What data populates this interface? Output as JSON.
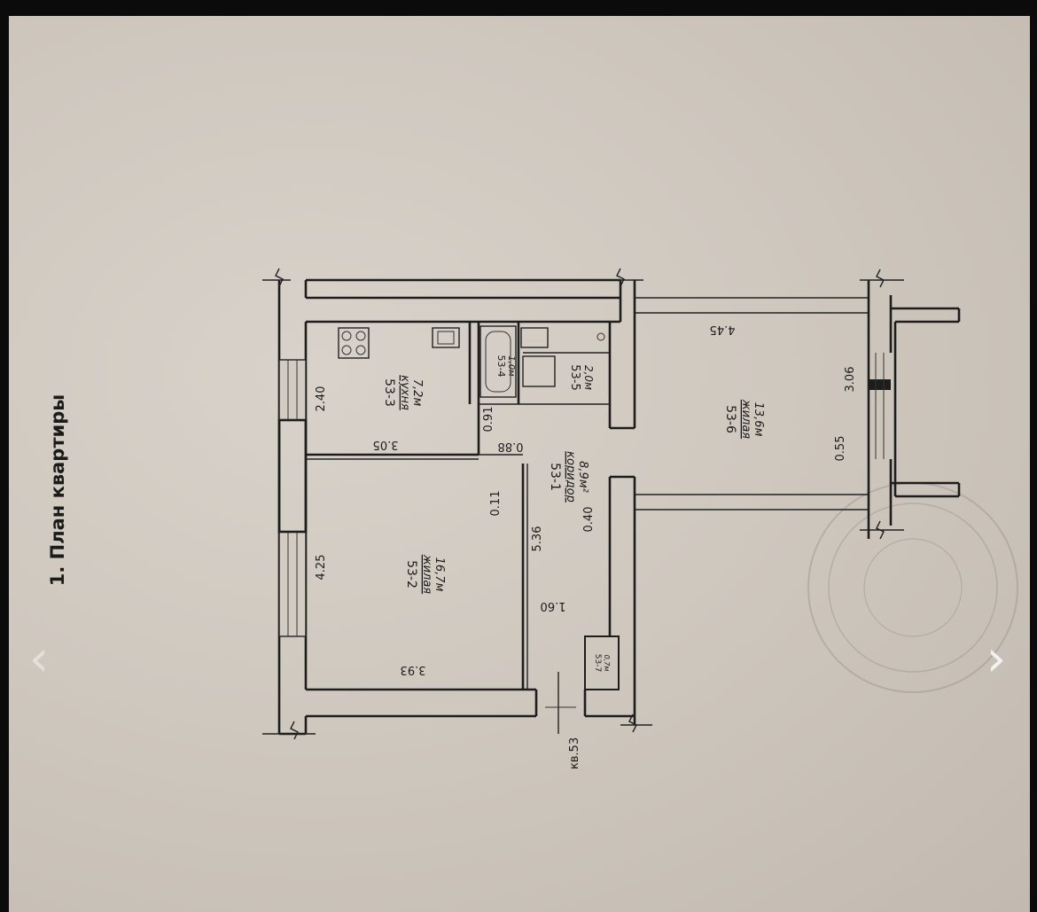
{
  "document": {
    "heading": "1. План квартиры",
    "apartment": "кв.53"
  },
  "rooms": {
    "r1": {
      "id": "53-1",
      "name": "коридор",
      "area": "8,9м²"
    },
    "r2": {
      "id": "53-2",
      "name": "жилая",
      "area": "16,7м"
    },
    "r3": {
      "id": "53-3",
      "name": "кухня",
      "area": "7,2м"
    },
    "r4": {
      "id": "53-4",
      "area": "1,0м"
    },
    "r5": {
      "id": "53-5",
      "area": "2,0м"
    },
    "r6": {
      "id": "53-6",
      "name": "жилая",
      "area": "13,6м"
    },
    "r7": {
      "id": "53-7",
      "area": "0,7м"
    }
  },
  "dimensions": {
    "d240": "2.40",
    "d305": "3.05",
    "d425": "4.25",
    "d393": "3.93",
    "d536": "5.36",
    "d011": "0.11",
    "d091": "0.91",
    "d088": "0.88",
    "d040": "0.40",
    "d160": "1.60",
    "d445": "4.45",
    "d306": "3.06",
    "d055": "0.55"
  },
  "carousel": {
    "prev_icon": "chevron-left-icon",
    "next_icon": "chevron-right-icon",
    "prev_glyph": "‹",
    "next_glyph": "›"
  },
  "colors": {
    "frame": "#0b0b0b",
    "paper": "#d3ccc3",
    "ink": "#1d1d1d"
  }
}
